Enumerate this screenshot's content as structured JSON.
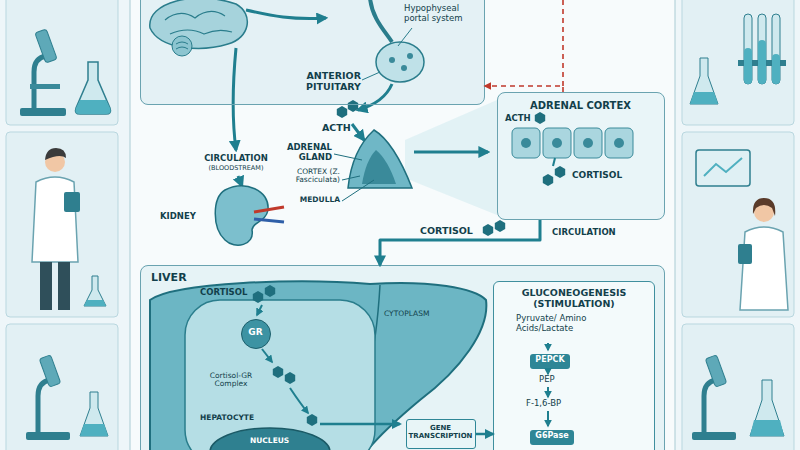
{
  "diagram": {
    "nodes": [
      {
        "text": [
          "ANTERIOR PITUITARY"
        ]
      },
      {
        "text": [
          "ADRENAL CORTEX"
        ]
      },
      {
        "text": [
          "LIVER"
        ]
      },
      {
        "text": [
          "GR"
        ],
        "in": 2
      },
      {
        "text": [
          "GENE TRANSCRIPTION"
        ],
        "in": 2
      },
      {
        "text": [
          "GLUCONEOGENESIS (STIMULATION)",
          "Pyruvate/ Amino Acids/Lactate"
        ],
        "in": 2
      },
      {
        "text": [
          "PEPCK"
        ],
        "in": 5
      },
      {
        "text": [
          "G6Pase"
        ],
        "in": 5
      }
    ],
    "edges": [
      {
        "from": 1,
        "to": 0,
        "arrow": "to"
      },
      {
        "from": 1,
        "to": 2,
        "arrow": "to"
      },
      {
        "from": 4,
        "to": 5,
        "arrow": "to"
      }
    ],
    "labels": [
      "Hypophyseal portal system",
      "ACTH",
      "CIRCULATION",
      "(BLOODSTREAM)",
      "KIDNEY",
      "ADRENAL GLAND",
      "CORTEX (Z. Fasciculata)",
      "MEDULLA",
      "ACTH",
      "CORTISOL",
      "CORTISOL",
      "CIRCULATION",
      "CORTISOL",
      "Cortisol-GR Complex",
      "CYTOPLASM",
      "HEPATOCYTE",
      "NUCLEUS",
      "PEP",
      "F-1,6-BP"
    ]
  }
}
